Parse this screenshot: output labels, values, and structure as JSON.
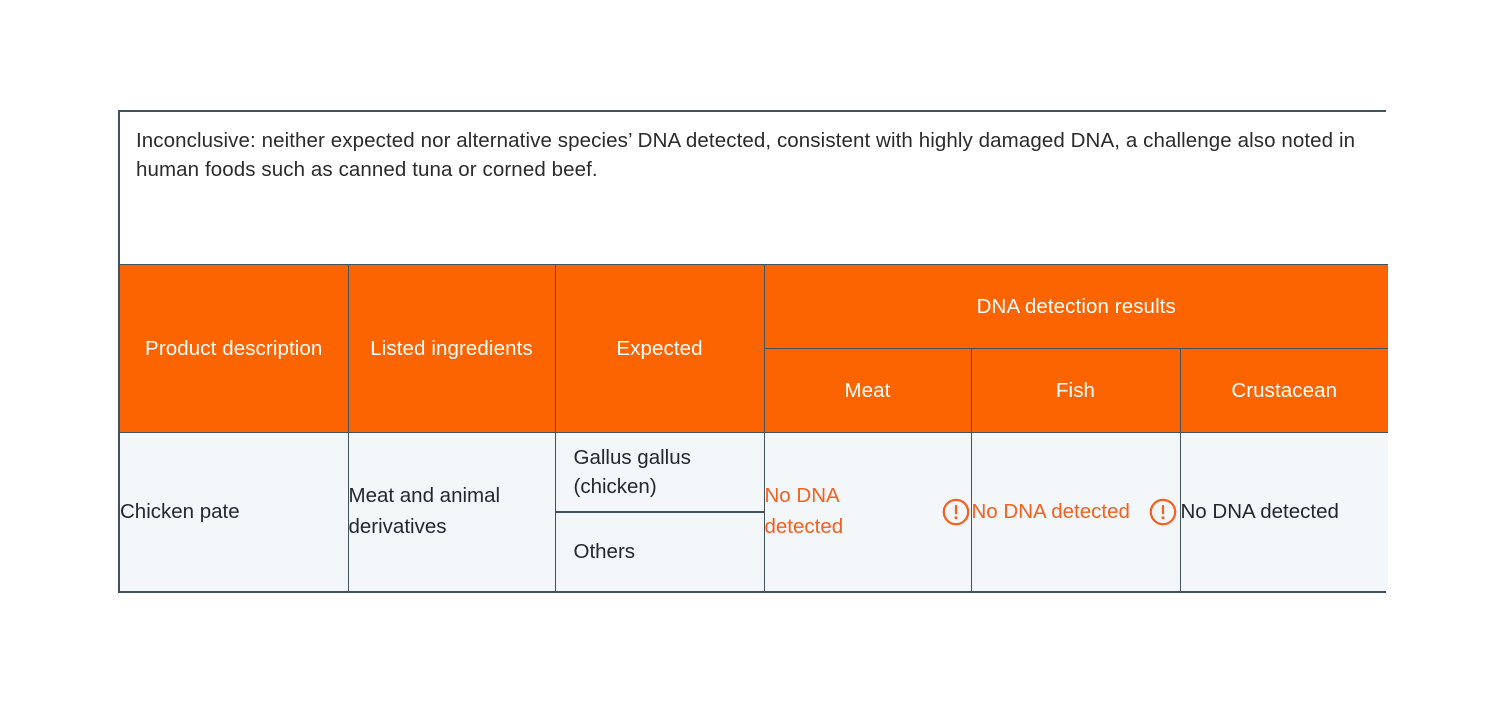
{
  "note": {
    "text": "Inconclusive: neither expected nor alternative species’ DNA detected, consistent with highly damaged DNA, a challenge also noted in human foods such as canned tuna or corned beef."
  },
  "colors": {
    "header_orange": "#fb6400",
    "body_background": "#f3f7fa",
    "border": "#42525c",
    "alert_orange": "#f4601e",
    "body_text": "#23282d",
    "header_text": "#ffffff"
  },
  "table": {
    "headers": {
      "product_description": "Product description",
      "listed_ingredients": "Listed ingredients",
      "expected": "Expected",
      "dna_group": "DNA detection results",
      "meat": "Meat",
      "fish": "Fish",
      "crustacean": "Crustacean"
    },
    "rows": [
      {
        "product_description": "Chicken pate",
        "listed_ingredients": "Meat and animal derivatives",
        "expected_primary": "Gallus gallus (chicken)",
        "expected_secondary": "Others",
        "results": {
          "meat": {
            "text": "No DNA detected",
            "alert": true,
            "icon": "alert-circle-icon"
          },
          "fish": {
            "text": "No DNA detected",
            "alert": true,
            "icon": "alert-circle-icon"
          },
          "crustacean": {
            "text": "No DNA detected",
            "alert": false,
            "icon": null
          }
        }
      }
    ]
  }
}
